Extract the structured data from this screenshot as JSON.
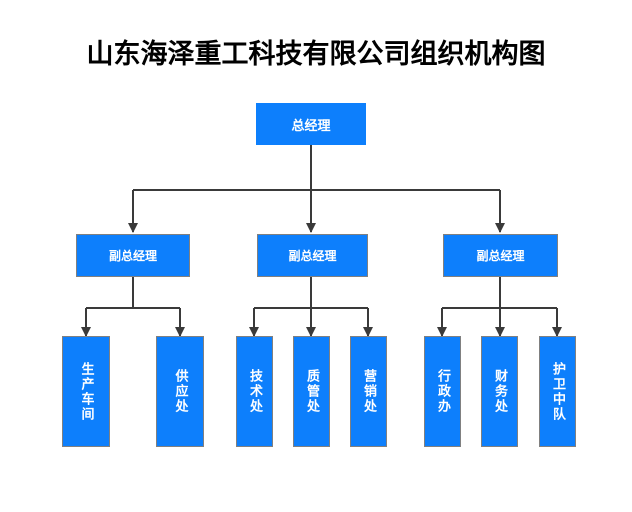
{
  "document": {
    "title": "山东海泽重工科技有限公司组织机构图",
    "background_color": "#ffffff"
  },
  "theme": {
    "node_fill": "#0d7ffc",
    "node_border": "#808080",
    "node_text": "#ffffff",
    "connector_color": "#3a3a3a",
    "title_color": "#000000"
  },
  "chart_data": {
    "type": "diagram",
    "diagram_type": "organizational-chart",
    "title": "山东海泽重工科技有限公司组织机构图",
    "orientation": "top-down",
    "levels": 3,
    "root": {
      "id": "general-manager",
      "label": "总经理",
      "level": 1
    },
    "level2": [
      {
        "id": "deputy-gm-1",
        "label": "副总经理",
        "level": 2,
        "parent": "general-manager"
      },
      {
        "id": "deputy-gm-2",
        "label": "副总经理",
        "level": 2,
        "parent": "general-manager"
      },
      {
        "id": "deputy-gm-3",
        "label": "副总经理",
        "level": 2,
        "parent": "general-manager"
      }
    ],
    "level3": [
      {
        "id": "production-workshop",
        "label": "生产车间",
        "level": 3,
        "parent": "deputy-gm-1"
      },
      {
        "id": "supply-department",
        "label": "供应处",
        "level": 3,
        "parent": "deputy-gm-1"
      },
      {
        "id": "technology-department",
        "label": "技术处",
        "level": 3,
        "parent": "deputy-gm-2"
      },
      {
        "id": "quality-management-department",
        "label": "质管处",
        "level": 3,
        "parent": "deputy-gm-2"
      },
      {
        "id": "marketing-department",
        "label": "营销处",
        "level": 3,
        "parent": "deputy-gm-2"
      },
      {
        "id": "administrative-office",
        "label": "行政办",
        "level": 3,
        "parent": "deputy-gm-3"
      },
      {
        "id": "finance-department",
        "label": "财务处",
        "level": 3,
        "parent": "deputy-gm-3"
      },
      {
        "id": "security-squad",
        "label": "护卫中队",
        "level": 3,
        "parent": "deputy-gm-3"
      }
    ]
  }
}
